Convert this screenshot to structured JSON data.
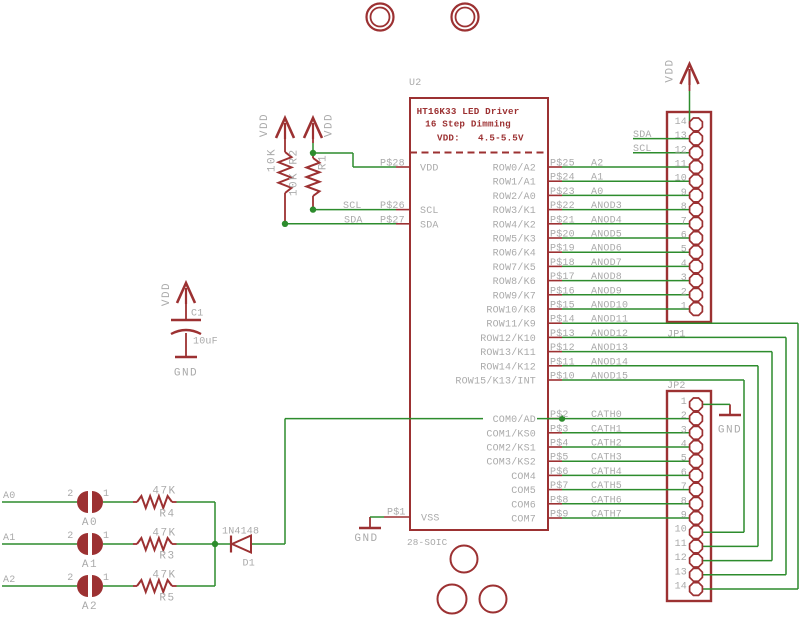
{
  "colors": {
    "component": "#9c3132",
    "wire": "#2d8c2d",
    "text": "#aaaaaa",
    "background": "#ffffff"
  },
  "ic": {
    "refdes": "U2",
    "title": "HT16K33 LED Driver",
    "subtitle": "16 Step Dimming",
    "vdd_label": "VDD:",
    "vdd_range": "4.5-5.5V",
    "package": "28-SOIC",
    "left_pins": [
      {
        "pad": "P$28",
        "name": "VDD",
        "row": 0
      },
      {
        "pad": "P$26",
        "name": "SCL",
        "row": 3
      },
      {
        "pad": "P$27",
        "name": "SDA",
        "row": 4
      }
    ],
    "vss_pin": {
      "pad": "P$1",
      "name": "VSS"
    },
    "right_pins": [
      {
        "pad": "P$25",
        "name": "ROW0/A2",
        "net": "A2"
      },
      {
        "pad": "P$24",
        "name": "ROW1/A1",
        "net": "A1"
      },
      {
        "pad": "P$23",
        "name": "ROW2/A0",
        "net": "A0"
      },
      {
        "pad": "P$22",
        "name": "ROW3/K1",
        "net": "ANOD3"
      },
      {
        "pad": "P$21",
        "name": "ROW4/K2",
        "net": "ANOD4"
      },
      {
        "pad": "P$20",
        "name": "ROW5/K3",
        "net": "ANOD5"
      },
      {
        "pad": "P$19",
        "name": "ROW6/K4",
        "net": "ANOD6"
      },
      {
        "pad": "P$18",
        "name": "ROW7/K5",
        "net": "ANOD7"
      },
      {
        "pad": "P$17",
        "name": "ROW8/K6",
        "net": "ANOD8"
      },
      {
        "pad": "P$16",
        "name": "ROW9/K7",
        "net": "ANOD9"
      },
      {
        "pad": "P$15",
        "name": "ROW10/K8",
        "net": "ANOD10"
      },
      {
        "pad": "P$14",
        "name": "ROW11/K9",
        "net": "ANOD11"
      },
      {
        "pad": "P$13",
        "name": "ROW12/K10",
        "net": "ANOD12"
      },
      {
        "pad": "P$12",
        "name": "ROW13/K11",
        "net": "ANOD13"
      },
      {
        "pad": "P$11",
        "name": "ROW14/K12",
        "net": "ANOD14"
      },
      {
        "pad": "P$10",
        "name": "ROW15/K13/INT",
        "net": "ANOD15"
      }
    ],
    "com_pins": [
      {
        "pad": "P$2",
        "name": "COM0/AD",
        "net": "CATH0"
      },
      {
        "pad": "P$3",
        "name": "COM1/KS0",
        "net": "CATH1"
      },
      {
        "pad": "P$4",
        "name": "COM2/KS1",
        "net": "CATH2"
      },
      {
        "pad": "P$5",
        "name": "COM3/KS2",
        "net": "CATH3"
      },
      {
        "pad": "P$6",
        "name": "COM4",
        "net": "CATH4"
      },
      {
        "pad": "P$7",
        "name": "COM5",
        "net": "CATH5"
      },
      {
        "pad": "P$8",
        "name": "COM6",
        "net": "CATH6"
      },
      {
        "pad": "P$9",
        "name": "COM7",
        "net": "CATH7"
      }
    ]
  },
  "jp1": {
    "label": "JP1",
    "numbers": [
      "14",
      "13",
      "12",
      "11",
      "10",
      "9",
      "8",
      "7",
      "6",
      "5",
      "4",
      "3",
      "2",
      "1"
    ],
    "sda_net": "SDA",
    "scl_net": "SCL"
  },
  "jp2": {
    "label": "JP2",
    "numbers": [
      "1",
      "2",
      "3",
      "4",
      "5",
      "6",
      "7",
      "8",
      "9",
      "10",
      "11",
      "12",
      "13",
      "14"
    ]
  },
  "pullups": {
    "r2": {
      "name": "R2",
      "value": "10K"
    },
    "r1": {
      "name": "R1",
      "value": "10K"
    }
  },
  "capacitor": {
    "name": "C1",
    "value": "10uF"
  },
  "diode": {
    "name": "D1",
    "value": "1N4148"
  },
  "power": {
    "vdd": "VDD",
    "gnd": "GND"
  },
  "input_rows": [
    {
      "net": "A0",
      "jumper_name": "A0",
      "pad_left": "2",
      "pad_right": "1",
      "res_name": "R4",
      "res_value": "47K"
    },
    {
      "net": "A1",
      "jumper_name": "A1",
      "pad_left": "2",
      "pad_right": "1",
      "res_name": "R3",
      "res_value": "47K"
    },
    {
      "net": "A2",
      "jumper_name": "A2",
      "pad_left": "2",
      "pad_right": "1",
      "res_name": "R5",
      "res_value": "47K"
    }
  ]
}
